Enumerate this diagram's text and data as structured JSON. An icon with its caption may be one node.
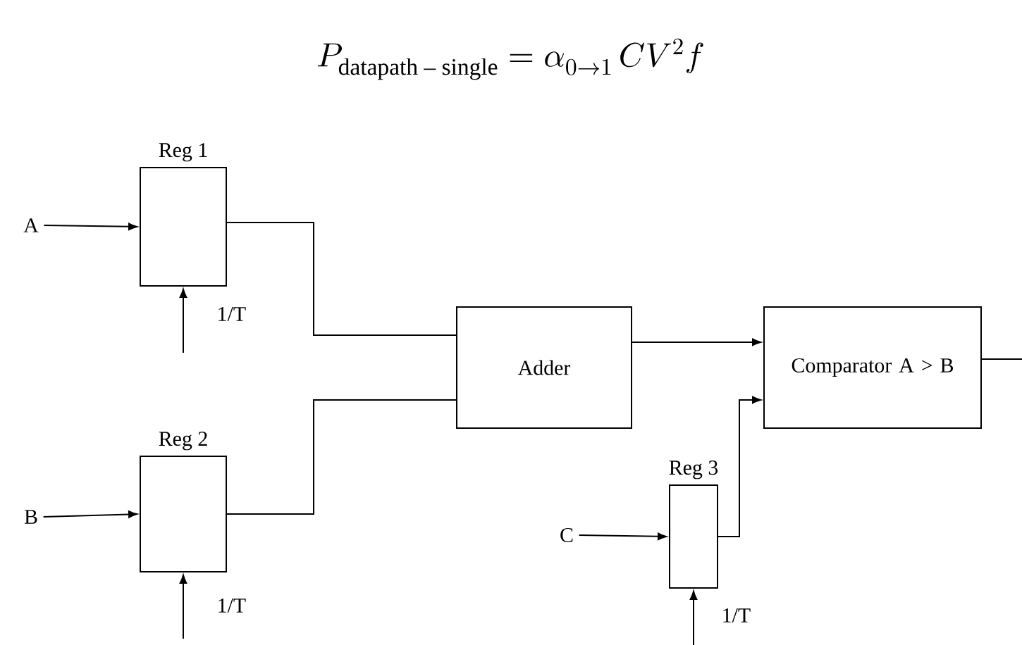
{
  "diagram": {
    "title": "P_{\\text{datapath -- single}} = \\alpha_{0 \\rightarrow 1}\\, C V^{2} f",
    "nodes": [
      {
        "text": [
          "A"
        ]
      },
      {
        "text": [
          "Reg 1"
        ],
        "beside": [
          "1/T"
        ]
      },
      {
        "text": [
          "B"
        ]
      },
      {
        "text": [
          "Reg 2"
        ],
        "beside": [
          "1/T"
        ]
      },
      {
        "text": [
          "Adder"
        ]
      },
      {
        "text": [
          "C"
        ]
      },
      {
        "text": [
          "Reg 3"
        ],
        "beside": [
          "1/T"
        ]
      },
      {
        "text": [
          "Comparator A > B"
        ]
      }
    ],
    "edges": [
      {
        "from": 0,
        "to": 1,
        "arrow": "to"
      },
      {
        "from": null,
        "to": 1,
        "arrow": "to"
      },
      {
        "from": 2,
        "to": 3,
        "arrow": "to"
      },
      {
        "from": null,
        "to": 3,
        "arrow": "to"
      },
      {
        "from": 1,
        "to": 4,
        "arrow": "none"
      },
      {
        "from": 3,
        "to": 4,
        "arrow": "none"
      },
      {
        "from": 5,
        "to": 6,
        "arrow": "to"
      },
      {
        "from": null,
        "to": 6,
        "arrow": "to"
      },
      {
        "from": 4,
        "to": 7,
        "arrow": "to"
      },
      {
        "from": 6,
        "to": 7,
        "arrow": "to"
      },
      {
        "from": 7,
        "to": null,
        "arrow": "none"
      }
    ]
  }
}
